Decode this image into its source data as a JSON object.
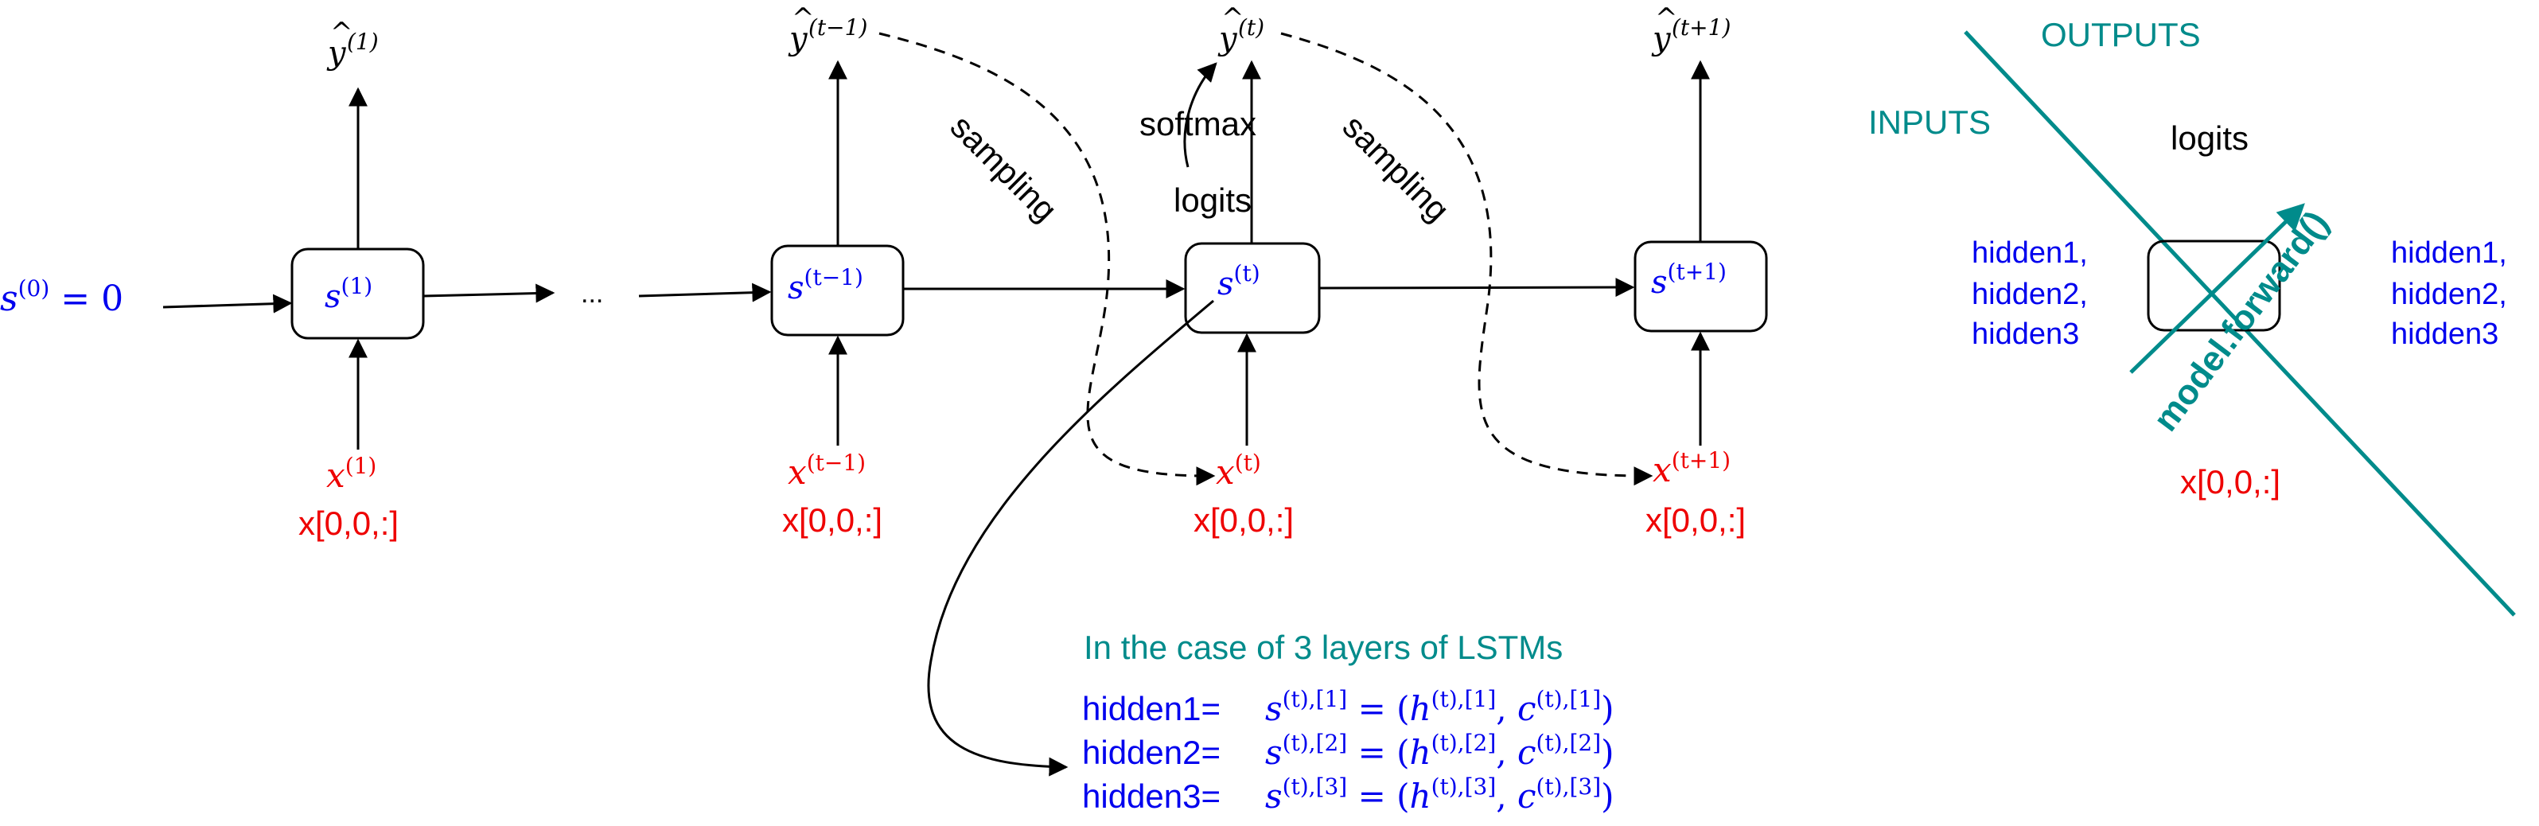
{
  "colors": {
    "black": "#000000",
    "blue": "#0000ee",
    "red": "#ee0000",
    "teal": "#008b8b"
  },
  "initial_state": {
    "symbol": "s",
    "sup": "(0)",
    "tail": " = 0"
  },
  "ellipsis": "...",
  "timesteps": [
    {
      "state_sup": "(1)",
      "output_sup": "(1)",
      "input_sup": "(1)",
      "input_code": "x[0,0,:]"
    },
    {
      "state_sup": "(t−1)",
      "output_sup": "(t−1)",
      "input_sup": "(t−1)",
      "input_code": "x[0,0,:]"
    },
    {
      "state_sup": "(t)",
      "output_sup": "(t)",
      "input_sup": "(t)",
      "input_code": "x[0,0,:]"
    },
    {
      "state_sup": "(t+1)",
      "output_sup": "(t+1)",
      "input_sup": "(t+1)",
      "input_code": "x[0,0,:]"
    }
  ],
  "labels": {
    "sampling_left": "sampling",
    "sampling_right": "sampling",
    "softmax": "softmax",
    "logits": "logits"
  },
  "inset": {
    "outputs": "OUTPUTS",
    "inputs": "INPUTS",
    "logits": "logits",
    "forward_call": "model.forward()",
    "hidden_left": [
      "hidden1,",
      "hidden2,",
      "hidden3"
    ],
    "hidden_right": [
      "hidden1,",
      "hidden2,",
      "hidden3"
    ],
    "input_code": "x[0,0,:]"
  },
  "lstm_note": {
    "title": "In the case of 3 layers of LSTMs",
    "rows": [
      {
        "label": "hidden1=",
        "layer": "[1]"
      },
      {
        "label": "hidden2=",
        "layer": "[2]"
      },
      {
        "label": "hidden3=",
        "layer": "[3]"
      }
    ]
  }
}
